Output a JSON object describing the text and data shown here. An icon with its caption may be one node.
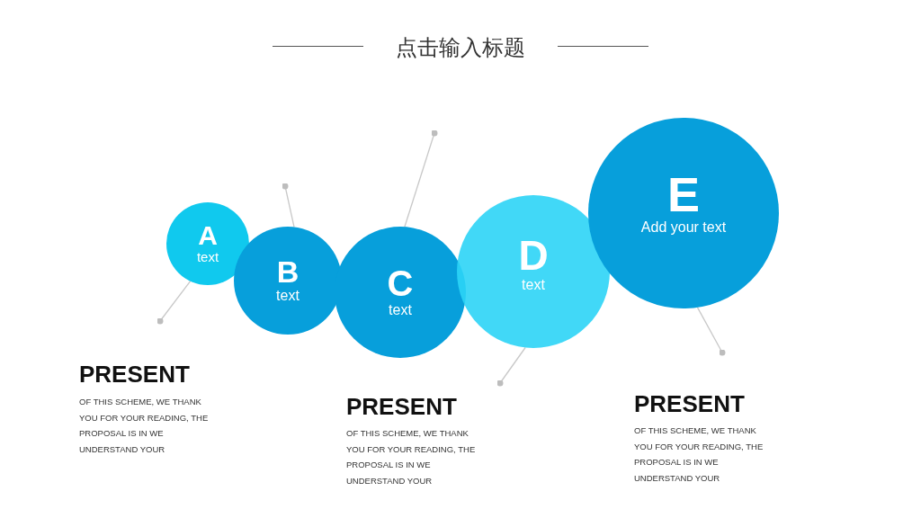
{
  "diagram": {
    "title": "点击输入标题",
    "nodes": [
      {
        "text": [
          "A",
          "text"
        ]
      },
      {
        "text": [
          "B",
          "text"
        ]
      },
      {
        "text": [
          "C",
          "text"
        ]
      },
      {
        "text": [
          "D",
          "text"
        ]
      },
      {
        "text": [
          "E",
          "Add your text"
        ]
      }
    ],
    "edges": [
      {
        "from": 0,
        "to": null,
        "arrow": "other"
      },
      {
        "from": 1,
        "to": null,
        "arrow": "other"
      },
      {
        "from": 2,
        "to": null,
        "arrow": "other"
      },
      {
        "from": 3,
        "to": null,
        "arrow": "other"
      },
      {
        "from": 4,
        "to": null,
        "arrow": "other"
      }
    ],
    "labels": [
      "PRESENT",
      "OF THIS SCHEME, WE THANK YOU FOR YOUR READING, THE PROPOSAL IS IN WE UNDERSTAND YOUR",
      "PRESENT",
      "OF THIS SCHEME, WE THANK YOU FOR YOUR READING, THE PROPOSAL IS IN WE UNDERSTAND YOUR",
      "PRESENT",
      "OF THIS SCHEME, WE THANK YOU FOR YOUR READING, THE PROPOSAL IS IN WE UNDERSTAND YOUR"
    ]
  }
}
